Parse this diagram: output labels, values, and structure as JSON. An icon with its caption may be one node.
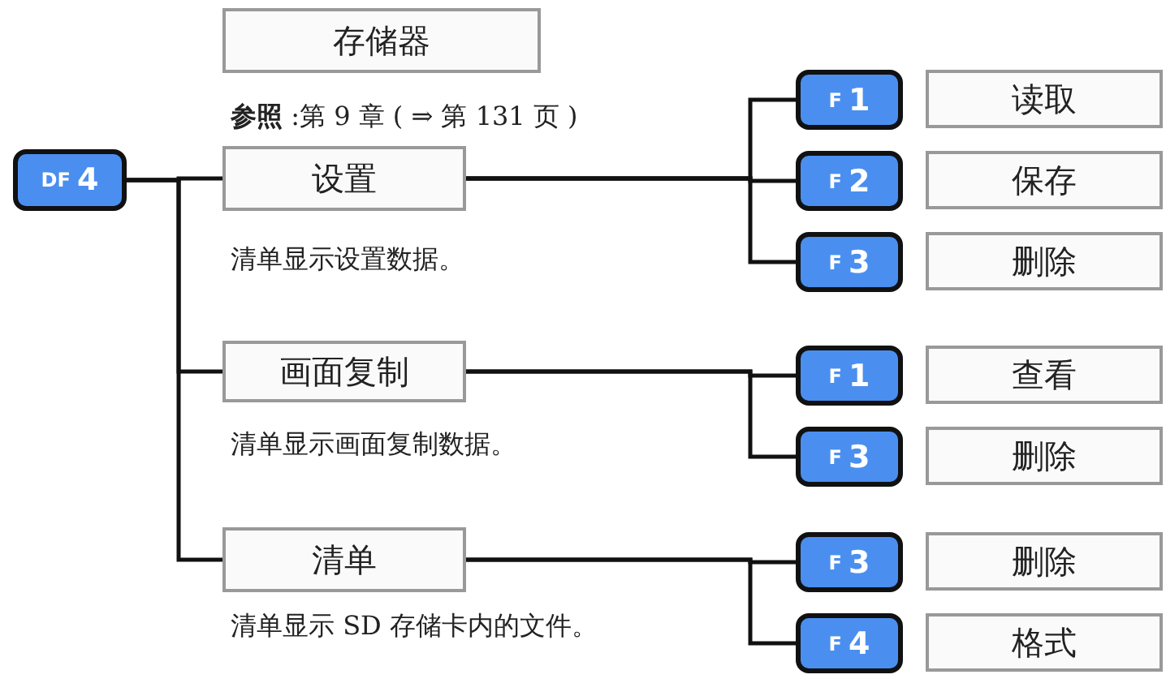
{
  "diagram": {
    "nodes": [
      {
        "text": [
          "存储器"
        ]
      },
      {
        "text": [
          "DF 4"
        ]
      },
      {
        "text": [
          "设置"
        ],
        "beside": [
          "清单显示设置数据。"
        ]
      },
      {
        "text": [
          "画面复制"
        ],
        "beside": [
          "清单显示画面复制数据。"
        ]
      },
      {
        "text": [
          "清单"
        ],
        "beside": [
          "清单显示 SD 存储卡内的文件。"
        ]
      },
      {
        "text": [
          "F 1"
        ]
      },
      {
        "text": [
          "读取"
        ]
      },
      {
        "text": [
          "F 2"
        ]
      },
      {
        "text": [
          "保存"
        ]
      },
      {
        "text": [
          "F 3"
        ]
      },
      {
        "text": [
          "删除"
        ]
      },
      {
        "text": [
          "F 1"
        ]
      },
      {
        "text": [
          "查看"
        ]
      },
      {
        "text": [
          "F 3"
        ]
      },
      {
        "text": [
          "删除"
        ]
      },
      {
        "text": [
          "F 3"
        ]
      },
      {
        "text": [
          "删除"
        ]
      },
      {
        "text": [
          "F 4"
        ]
      },
      {
        "text": [
          "格式"
        ]
      }
    ],
    "edges": [
      {
        "from": 1,
        "to": 2,
        "arrow": "none"
      },
      {
        "from": 1,
        "to": 3,
        "arrow": "none"
      },
      {
        "from": 1,
        "to": 4,
        "arrow": "none"
      },
      {
        "from": 2,
        "to": 5,
        "arrow": "none"
      },
      {
        "from": 2,
        "to": 7,
        "arrow": "none"
      },
      {
        "from": 2,
        "to": 9,
        "arrow": "none"
      },
      {
        "from": 3,
        "to": 11,
        "arrow": "none"
      },
      {
        "from": 3,
        "to": 13,
        "arrow": "none"
      },
      {
        "from": 4,
        "to": 15,
        "arrow": "none"
      },
      {
        "from": 4,
        "to": 17,
        "arrow": "none"
      }
    ],
    "labels": [
      "**参照** :第 9 章 ( ⇒ 第 131 页 )"
    ]
  }
}
